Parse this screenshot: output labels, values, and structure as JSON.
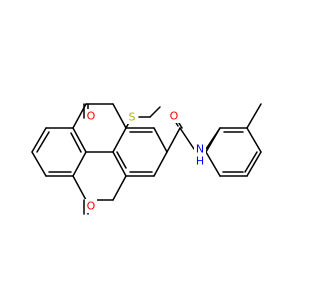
{
  "colors": {
    "O": "#ff0000",
    "S": "#b2b200",
    "N": "#0000ff",
    "bond": "#000000",
    "background": "#ffffff"
  },
  "atoms": {
    "o_top": "O",
    "o_bottom": "O",
    "s_thioether": "S",
    "o_amide": "O",
    "n_amide": "N",
    "h_amide": "H"
  }
}
